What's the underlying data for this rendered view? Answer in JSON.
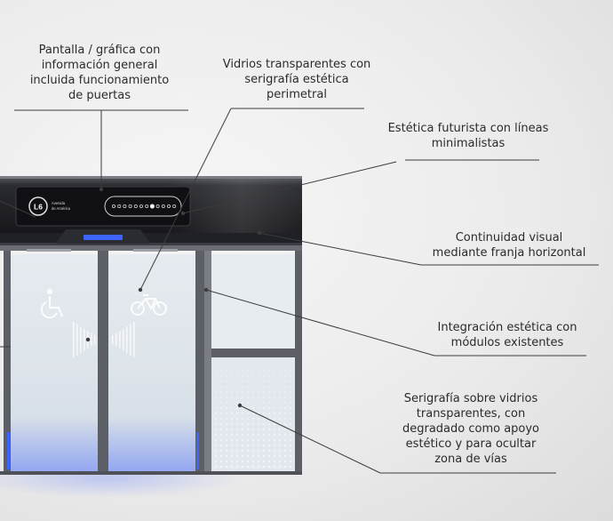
{
  "callouts": [
    {
      "id": "pantalla",
      "text": "Pantalla / gráfica con\ninformación general\nincluida funcionamiento\nde puertas"
    },
    {
      "id": "vidrios",
      "text": "Vidrios transparentes con\nserigrafía estética\nperimetral"
    },
    {
      "id": "futurista",
      "text": "Estética futurista con líneas\nminimalistas"
    },
    {
      "id": "continuidad",
      "text": "Continuidad visual\nmediante franja horizontal"
    },
    {
      "id": "integracion",
      "text": "Integración estética con\nmódulos existentes"
    },
    {
      "id": "serigrafia",
      "text": "Serigrafía sobre vidrios\ntransparentes,  con\ndegradado como apoyo\nestético y para ocultar\nzona de vías"
    }
  ],
  "display": {
    "line_code": "L6",
    "station_name": "Avenida\nde América"
  },
  "colors": {
    "header_dark": "#1c1c20",
    "frame": "#55585e",
    "glass": "#dfe6ec",
    "accent_blue": "#2f5bff",
    "leader": "#3c3c3c"
  }
}
